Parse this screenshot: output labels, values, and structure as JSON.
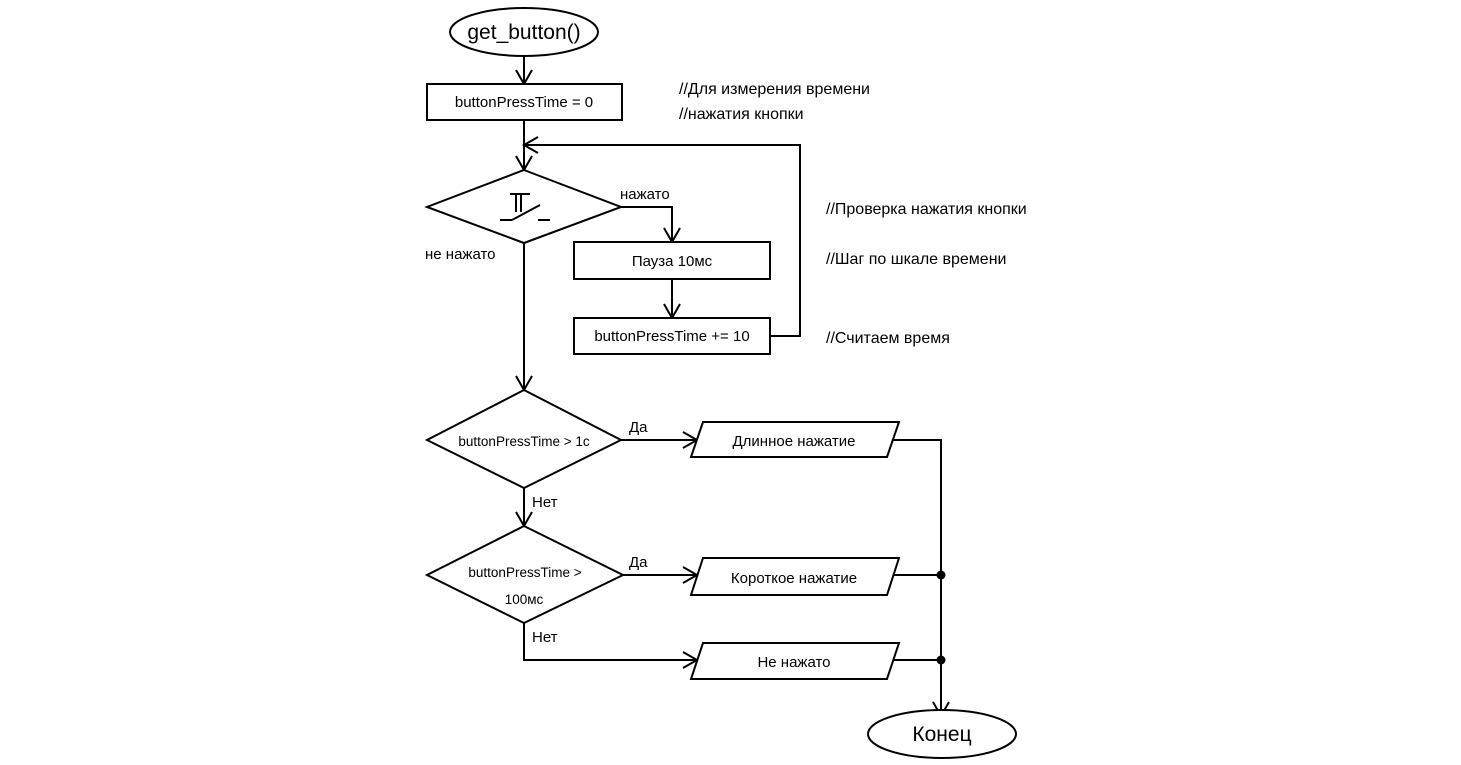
{
  "diagram": {
    "type": "flowchart",
    "nodes": {
      "start": "get_button()",
      "init": "buttonPressTime = 0",
      "check_button": "button-switch-symbol",
      "pause": "Пауза 10мс",
      "increment": "buttonPressTime += 10",
      "cond_long": "buttonPressTime > 1с",
      "cond_short_line1": "buttonPressTime >",
      "cond_short_line2": "100мс",
      "out_long": "Длинное нажатие",
      "out_short": "Короткое нажатие",
      "out_none": "Не нажато",
      "end": "Конец"
    },
    "edge_labels": {
      "pressed": "нажато",
      "not_pressed": "не нажато",
      "yes_long": "Да",
      "no_long": "Нет",
      "yes_short": "Да",
      "no_short": "Нет"
    },
    "comments": {
      "init_line1": "//Для измерения времени",
      "init_line2": "//нажатия кнопки",
      "check": "//Проверка нажатия кнопки",
      "pause": "//Шаг по шкале времени",
      "increment": "//Считаем время"
    },
    "colors": {
      "stroke": "#000000",
      "background": "#ffffff"
    }
  }
}
